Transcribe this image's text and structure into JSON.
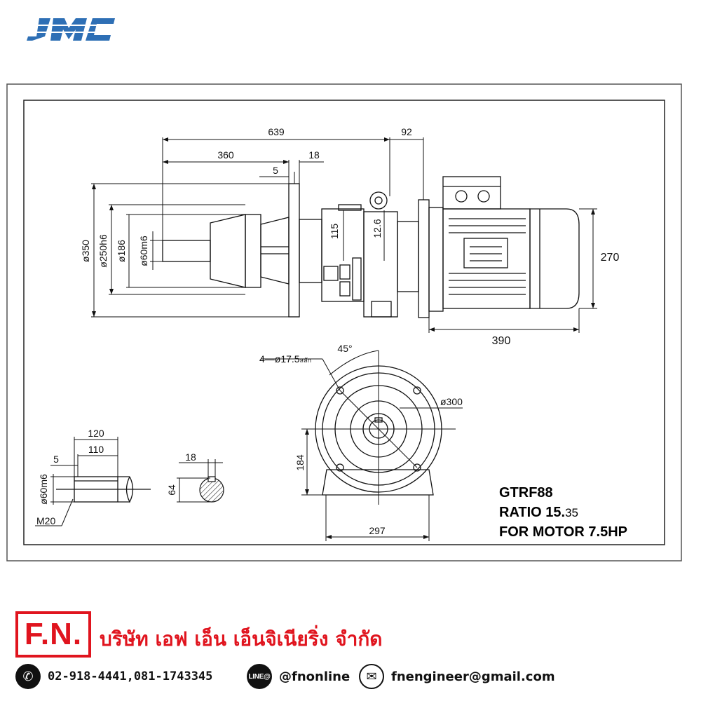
{
  "brand": {
    "logo_text": "JMC",
    "logo_color": "#2e6fb5"
  },
  "dimensions": {
    "top_view": {
      "d639": "639",
      "d92": "92",
      "d360": "360",
      "d18": "18",
      "d5": "5",
      "d115": "115",
      "d12_6": "12.6",
      "phi350": "ø350",
      "phi250h6": "ø250h6",
      "phi186": "ø186",
      "phi60m6": "ø60m6",
      "d270": "270",
      "d390": "390"
    },
    "flange_view": {
      "holes": "4—ø17.5",
      "holes_suffix": "สลัก",
      "angle": "45°",
      "phi300": "ø300",
      "d184": "184",
      "d297": "297"
    },
    "shaft_view": {
      "d120": "120",
      "d110": "110",
      "d5": "5",
      "phi60m6": "ø60m6",
      "m20": "M20"
    },
    "key_view": {
      "d18": "18",
      "d64": "64"
    }
  },
  "spec": {
    "model": "GTRF88",
    "ratio_label": "RATIO 15.",
    "ratio_fraction": "35",
    "motor": "FOR MOTOR 7.5HP"
  },
  "company": {
    "badge": "F.N.",
    "name": "บริษัท เอฟ เอ็น เอ็นจิเนียริ่ง จำกัด",
    "brand_color": "#e0141e"
  },
  "contacts": {
    "phone_icon": "phone-icon",
    "phone": "02-918-4441,081-1743345",
    "line_icon": "line-icon",
    "line_badge": "LINE@",
    "line_id": "@fnonline",
    "email_icon": "envelope-icon",
    "email": "fnengineer@gmail.com"
  }
}
